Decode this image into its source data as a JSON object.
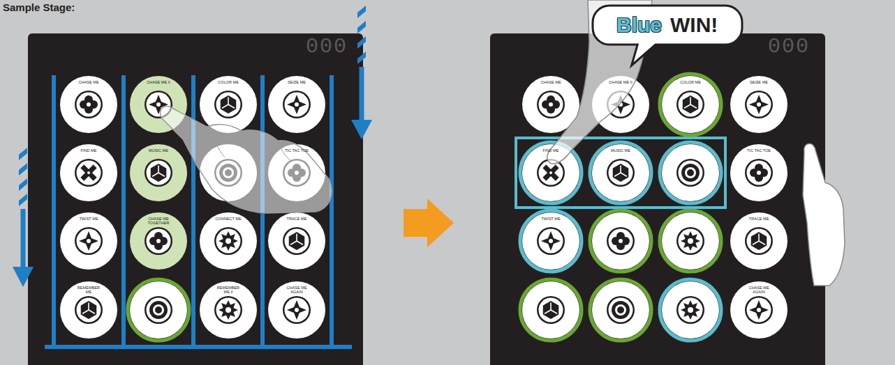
{
  "diagram": {
    "title": "Sample Stage:",
    "nodes": [
      {
        "text": [
          "CHASE ME"
        ]
      },
      {
        "text": [
          "CHASE ME II"
        ]
      },
      {
        "text": [
          "COLOR ME"
        ]
      },
      {
        "text": [
          "SEIZE ME"
        ]
      },
      {
        "text": [
          "FIND ME"
        ]
      },
      {
        "text": [
          "MUSIC ME"
        ]
      },
      {
        "text": [
          "TIC TAC TOE"
        ]
      },
      {
        "text": [
          "TWIST ME"
        ]
      },
      {
        "text": [
          "CHASE ME TOGETHER"
        ]
      },
      {
        "text": [
          "CONNECT ME"
        ]
      },
      {
        "text": [
          "TRACE ME"
        ]
      },
      {
        "text": [
          "REMEMBER ME"
        ]
      },
      {
        "text": [
          "REMEMBER ME II"
        ]
      },
      {
        "text": [
          "CHASE ME AGAIN"
        ]
      },
      {
        "text": [
          "Blue",
          "WIN!"
        ]
      },
      {
        "text": [
          "CHASE ME"
        ]
      },
      {
        "text": [
          "CHASE ME II"
        ]
      },
      {
        "text": [
          "COLOR ME"
        ]
      },
      {
        "text": [
          "SEIZE ME"
        ]
      },
      {
        "text": [
          "FIND ME"
        ]
      },
      {
        "text": [
          "MUSIC ME"
        ]
      },
      {
        "text": [
          "TIC TAC TOE"
        ]
      },
      {
        "text": [
          "TWIST ME"
        ]
      },
      {
        "text": [
          "TRACE ME"
        ]
      },
      {
        "text": [
          "CHASE ME AGAIN"
        ]
      }
    ],
    "labels": [
      "000",
      "000"
    ]
  }
}
